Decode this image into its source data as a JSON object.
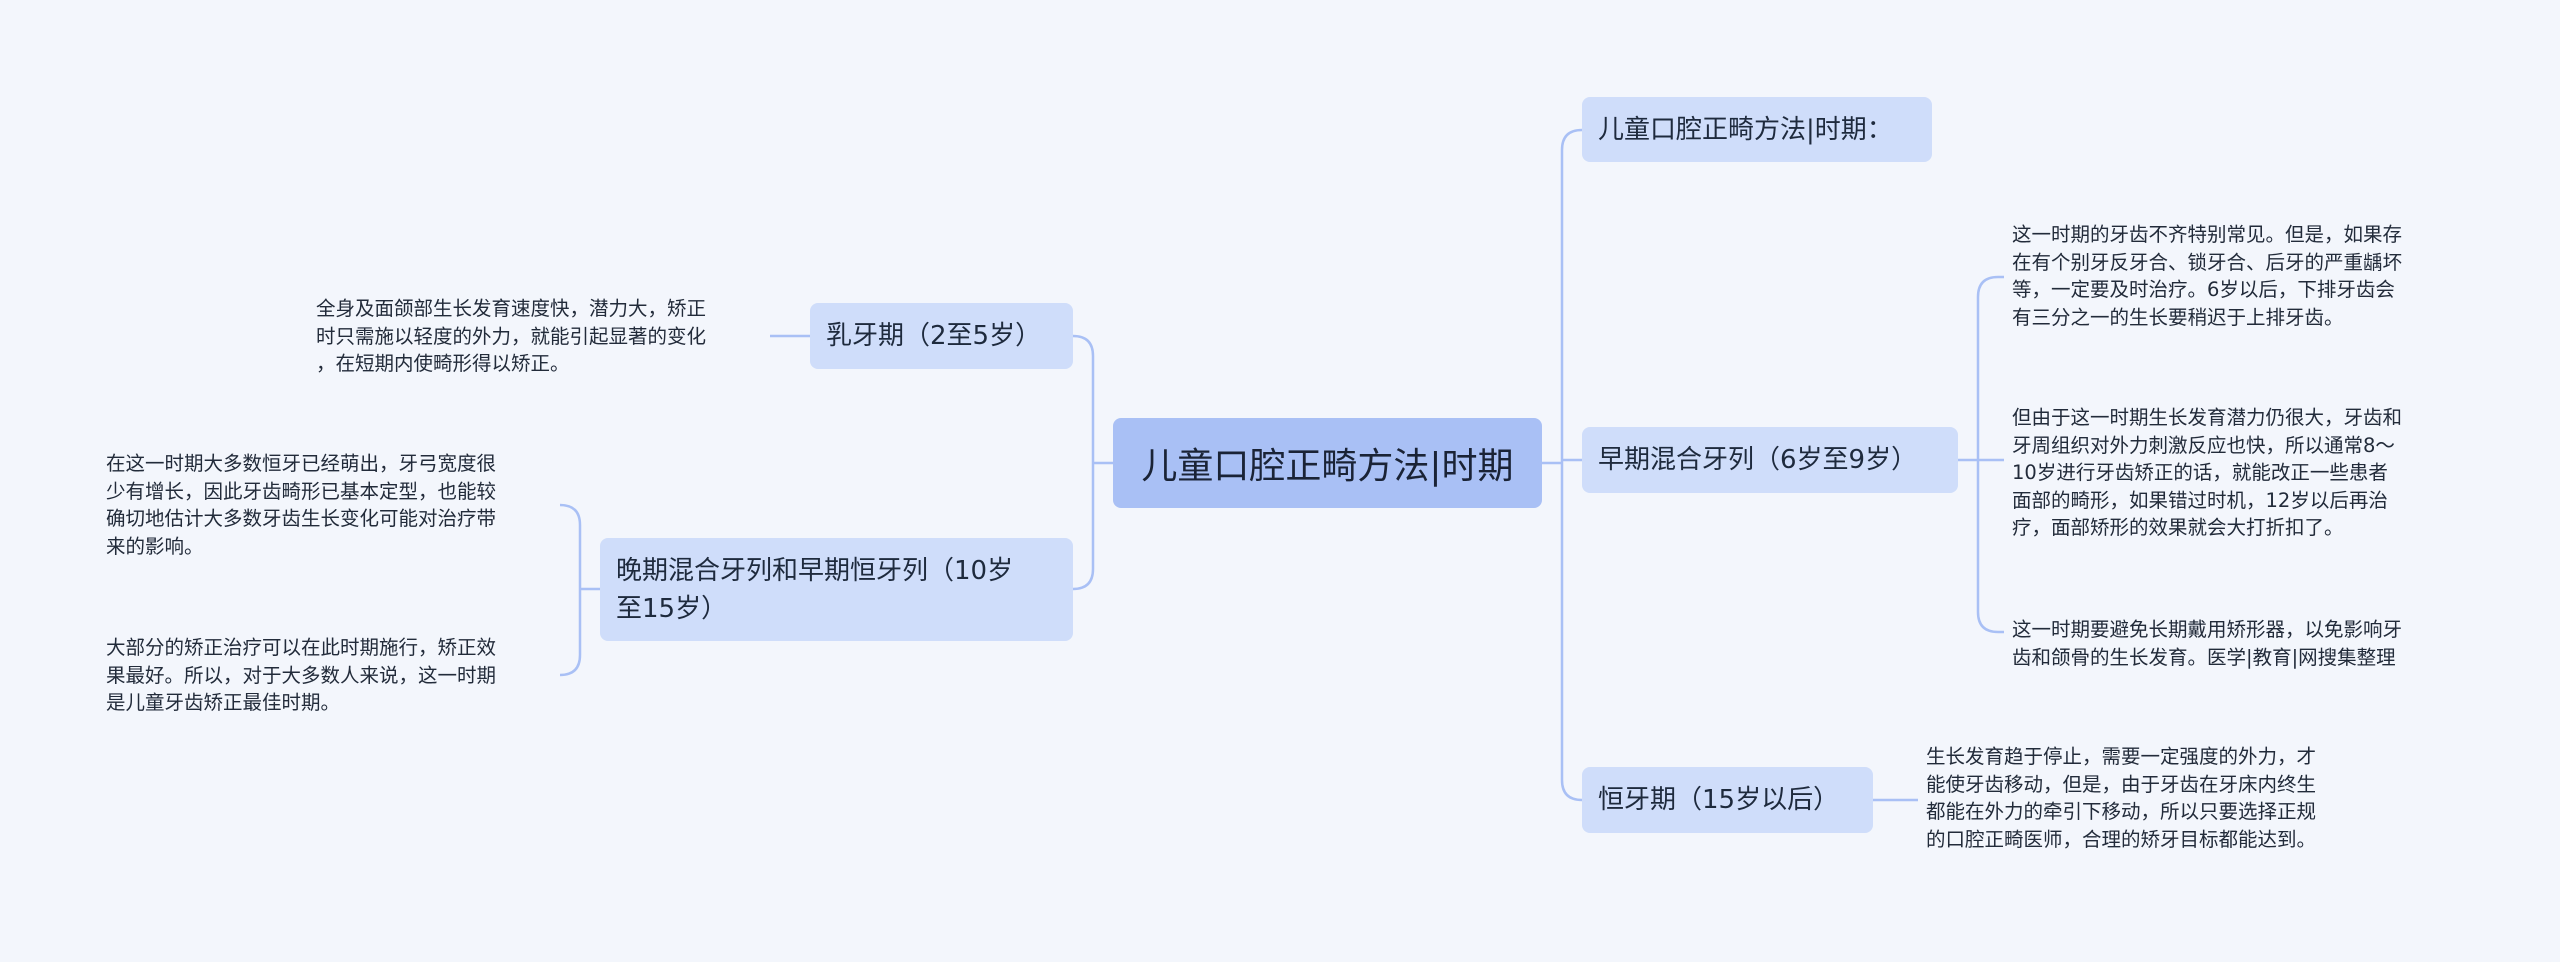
{
  "root": {
    "label": "儿童口腔正畸方法|时期"
  },
  "topics": {
    "intro": {
      "label": "儿童口腔正畸方法|时期："
    },
    "primary": {
      "label": "乳牙期（2至5岁）"
    },
    "early_mixed": {
      "label": "早期混合牙列（6岁至9岁）"
    },
    "late_mixed": {
      "lines": [
        "晚期混合牙列和早期恒牙列（10岁",
        "至15岁）"
      ]
    },
    "permanent": {
      "label": "恒牙期（15岁以后）"
    }
  },
  "leaves": {
    "primary_note": {
      "lines": [
        "全身及面颌部生长发育速度快，潜力大，矫正",
        "时只需施以轻度的外力，就能引起显著的变化",
        "，在短期内使畸形得以矫正。"
      ]
    },
    "late_note_1": {
      "lines": [
        "在这一时期大多数恒牙已经萌出，牙弓宽度很",
        "少有增长，因此牙齿畸形已基本定型，也能较",
        "确切地估计大多数牙齿生长变化可能对治疗带",
        "来的影响。"
      ]
    },
    "late_note_2": {
      "lines": [
        "大部分的矫正治疗可以在此时期施行，矫正效",
        "果最好。所以，对于大多数人来说，这一时期",
        "是儿童牙齿矫正最佳时期。"
      ]
    },
    "early_note_1": {
      "lines": [
        "这一时期的牙齿不齐特别常见。但是，如果存",
        "在有个别牙反牙合、锁牙合、后牙的严重龋坏",
        "等，一定要及时治疗。6岁以后，下排牙齿会",
        "有三分之一的生长要稍迟于上排牙齿。"
      ]
    },
    "early_note_2": {
      "lines": [
        "但由于这一时期生长发育潜力仍很大，牙齿和",
        "牙周组织对外力刺激反应也快，所以通常8～",
        "10岁进行牙齿矫正的话，就能改正一些患者",
        "面部的畸形，如果错过时机，12岁以后再治",
        "疗，面部矫形的效果就会大打折扣了。"
      ]
    },
    "early_note_3": {
      "lines": [
        "这一时期要避免长期戴用矫形器，以免影响牙",
        "齿和颌骨的生长发育。医学|教育|网搜集整理"
      ]
    },
    "permanent_note": {
      "lines": [
        "生长发育趋于停止，需要一定强度的外力，才",
        "能使牙齿移动，但是，由于牙齿在牙床内终生",
        "都能在外力的牵引下移动，所以只要选择正规",
        "的口腔正畸医师，合理的矫牙目标都能达到。"
      ]
    }
  },
  "colors": {
    "background": "#f3f6fc",
    "root_fill": "#a9c0f5",
    "topic_fill": "#cfddfa",
    "connector": "#a9c0f5"
  }
}
